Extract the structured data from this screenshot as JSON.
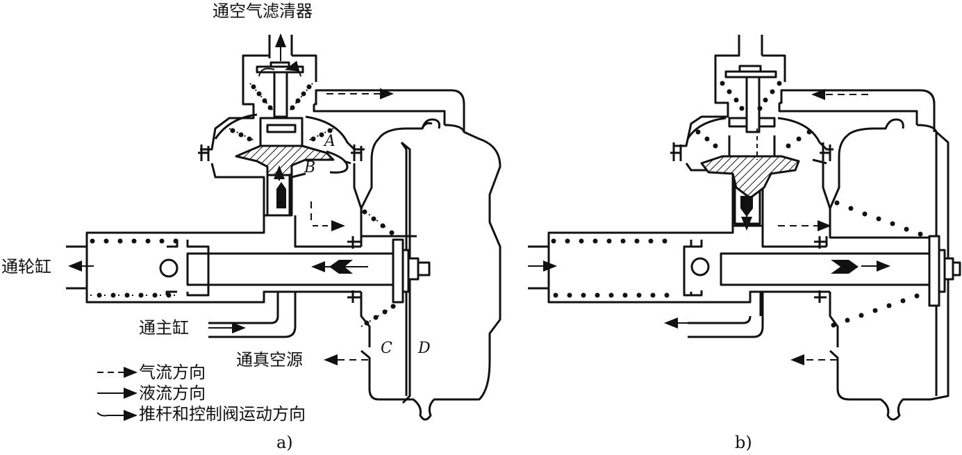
{
  "labels": {
    "air_filter": "通空气滤清器",
    "wheel_cyl": "通轮缸",
    "master_cyl": "通主缸",
    "vacuum": "通真空源",
    "letter_a": "A",
    "letter_b": "B",
    "letter_c": "C",
    "letter_d": "D",
    "caption_a": "a)",
    "caption_b": "b)"
  },
  "legend": [
    {
      "key": "air",
      "text": "气流方向"
    },
    {
      "key": "liquid",
      "text": "液流方向"
    },
    {
      "key": "motion",
      "text": "推杆和控制阀运动方向"
    }
  ],
  "colors": {
    "ink": "#111111",
    "background": "#ffffff"
  }
}
